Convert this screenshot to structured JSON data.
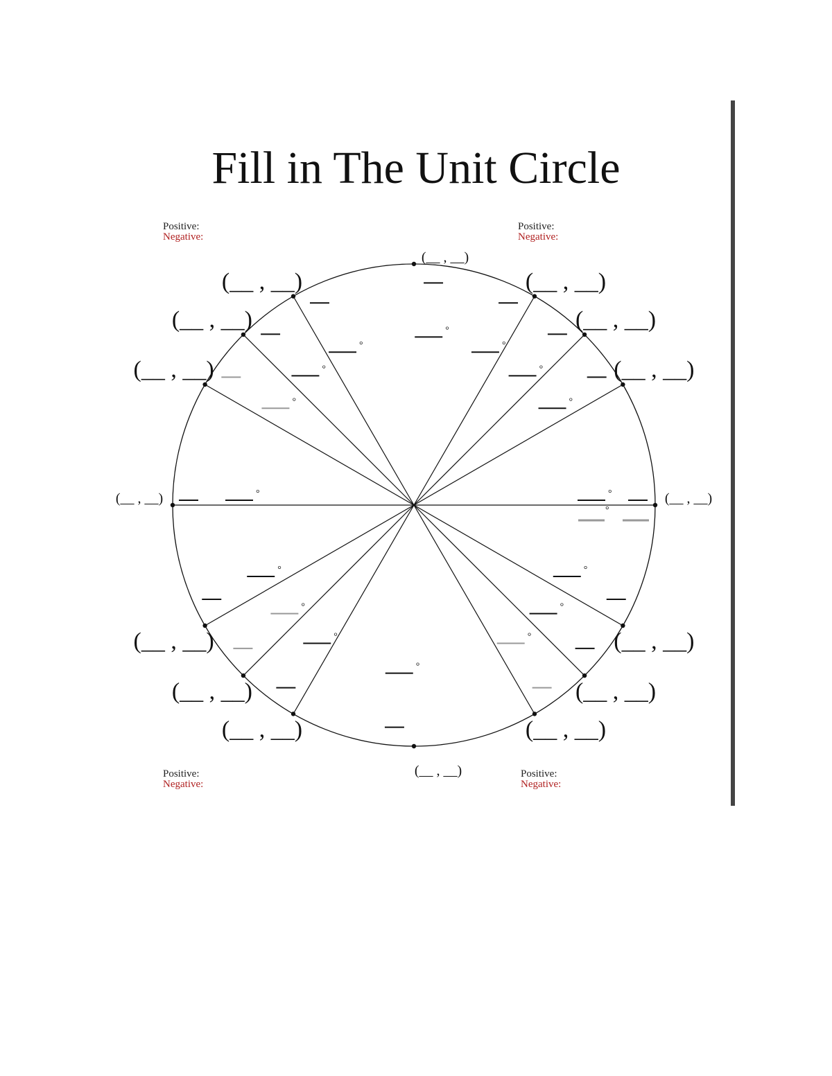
{
  "title": "Fill in The Unit Circle",
  "quadrants": [
    {
      "positive": "Positive:",
      "negative": "Negative:"
    },
    {
      "positive": "Positive:",
      "negative": "Negative:"
    },
    {
      "positive": "Positive:",
      "negative": "Negative:"
    },
    {
      "positive": "Positive:",
      "negative": "Negative:"
    }
  ],
  "coord_label": "(__ , __)",
  "degree_symbol": "°",
  "colors": {
    "ink": "#111111",
    "negative": "#b02020",
    "faded": "#999999"
  }
}
